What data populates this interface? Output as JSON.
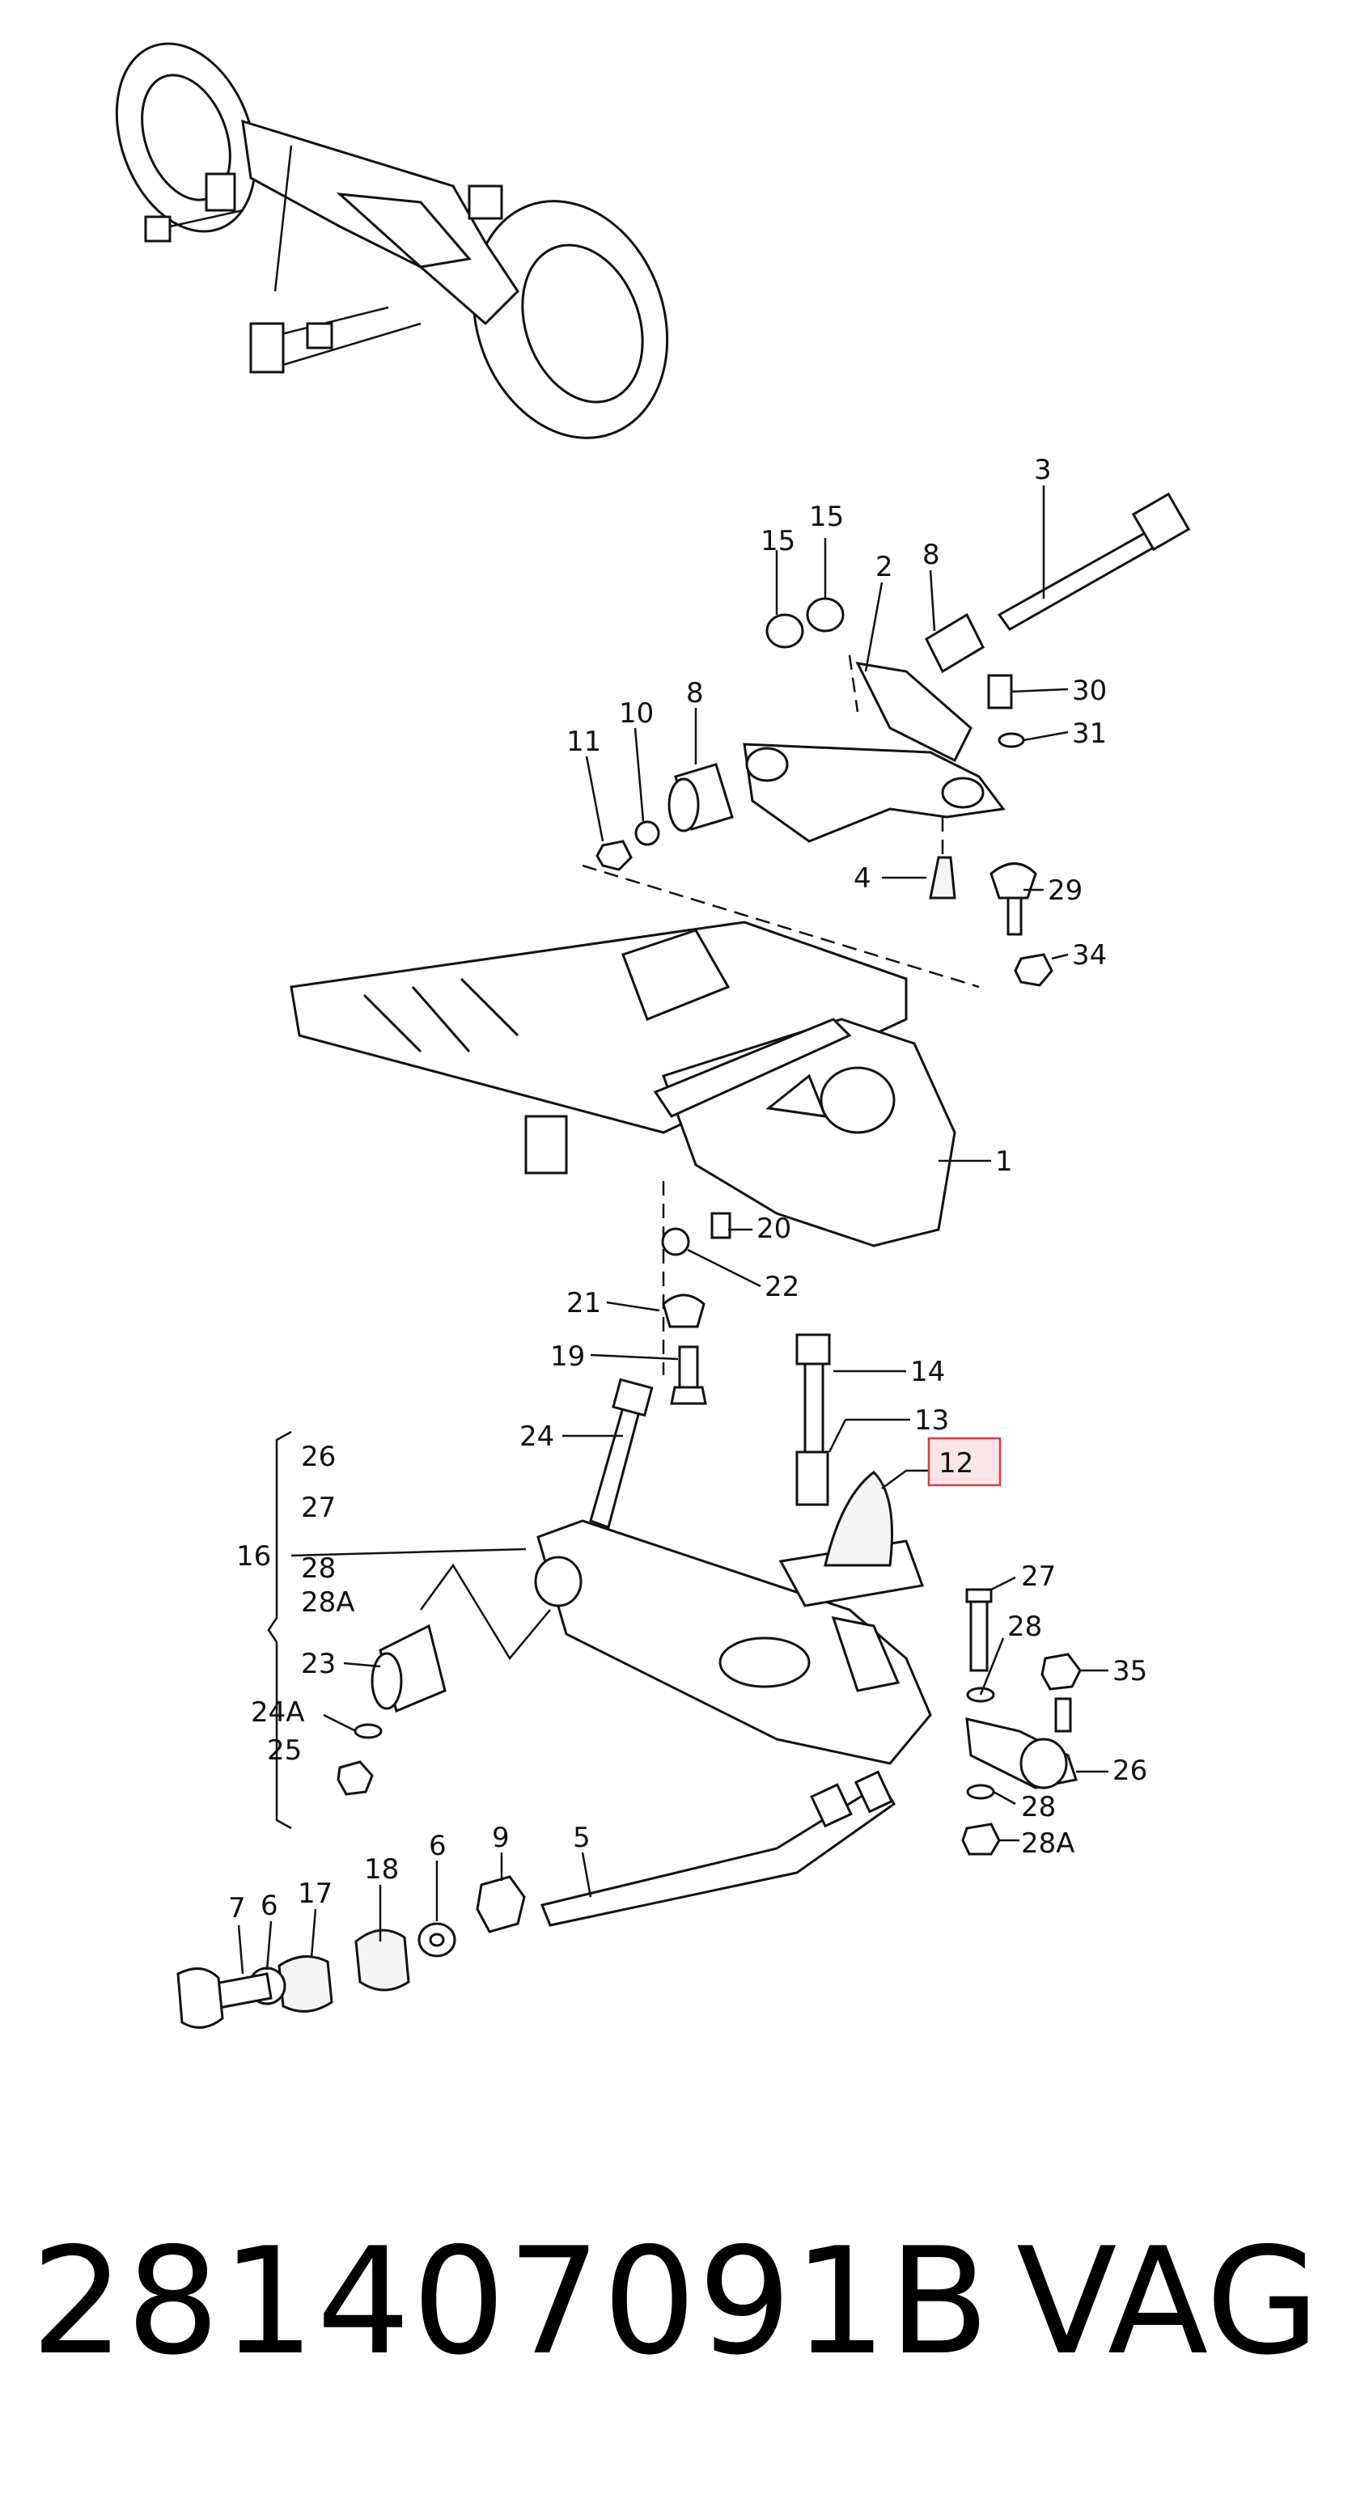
{
  "diagram": {
    "callouts": {
      "c1": "1",
      "c2": "2",
      "c3": "3",
      "c4": "4",
      "c5": "5",
      "c6a": "6",
      "c6b": "6",
      "c7": "7",
      "c8a": "8",
      "c8b": "8",
      "c9": "9",
      "c10": "10",
      "c11": "11",
      "c12": "12",
      "c13": "13",
      "c14": "14",
      "c15a": "15",
      "c15b": "15",
      "c16": "16",
      "c17": "17",
      "c18": "18",
      "c19": "19",
      "c20": "20",
      "c21": "21",
      "c22": "22",
      "c23": "23",
      "c24": "24",
      "c24A": "24A",
      "c25": "25",
      "c26a": "26",
      "c26b": "26",
      "c27a": "27",
      "c27b": "27",
      "c28a": "28",
      "c28b": "28",
      "c28c": "28",
      "c28Aa": "28A",
      "c28Ab": "28A",
      "c29": "29",
      "c30": "30",
      "c31": "31",
      "c34": "34",
      "c35": "35"
    },
    "highlighted_callout": "12",
    "highlight_color": "#d04050"
  },
  "footer": {
    "part_number": "281407091B",
    "brand": "VAG"
  }
}
